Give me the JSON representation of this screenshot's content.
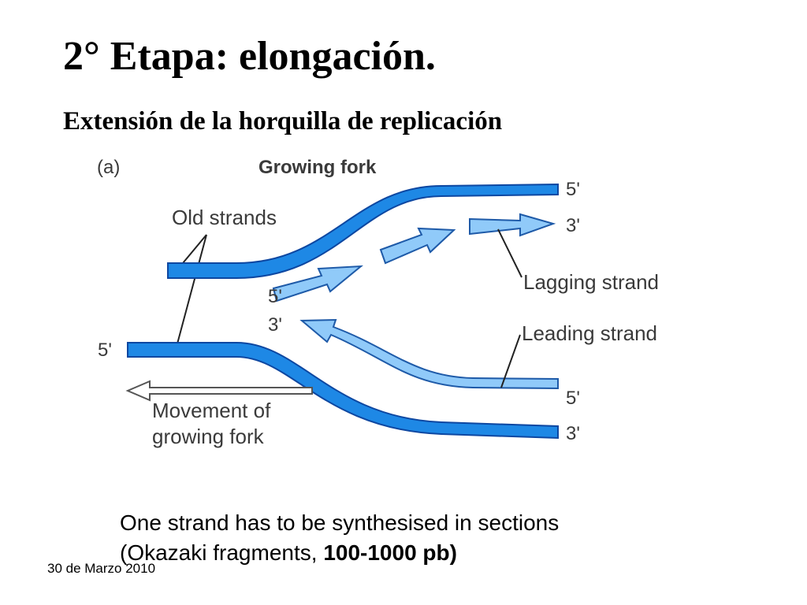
{
  "slide": {
    "title": "2° Etapa: elongación.",
    "subtitle": "Extensión de la horquilla de replicación",
    "caption_line1": "One strand has to be synthesised in sections",
    "caption_line2_start": "(Okazaki fragments, ",
    "caption_line2_bold": "100-1000 pb)",
    "date": "30 de Marzo 2010"
  },
  "diagram": {
    "panel_label": "(a)",
    "heading": "Growing fork",
    "old_strands_label": "Old strands",
    "lagging_strand_label": "Lagging strand",
    "leading_strand_label": "Leading strand",
    "movement_label_line1": "Movement of",
    "movement_label_line2": "growing fork",
    "end_top_right_5": "5'",
    "end_top_right_3": "3'",
    "end_mid_5": "5'",
    "end_mid_3": "3'",
    "end_left_5": "5'",
    "end_bottom_right_5": "5'",
    "end_bottom_right_3": "3'",
    "colors": {
      "old_strand": "#1e88e5",
      "old_strand_outline": "#0d47a1",
      "new_strand": "#90caf9",
      "new_strand_outline": "#1e5aa8",
      "label_text": "#3a3a3a"
    }
  }
}
